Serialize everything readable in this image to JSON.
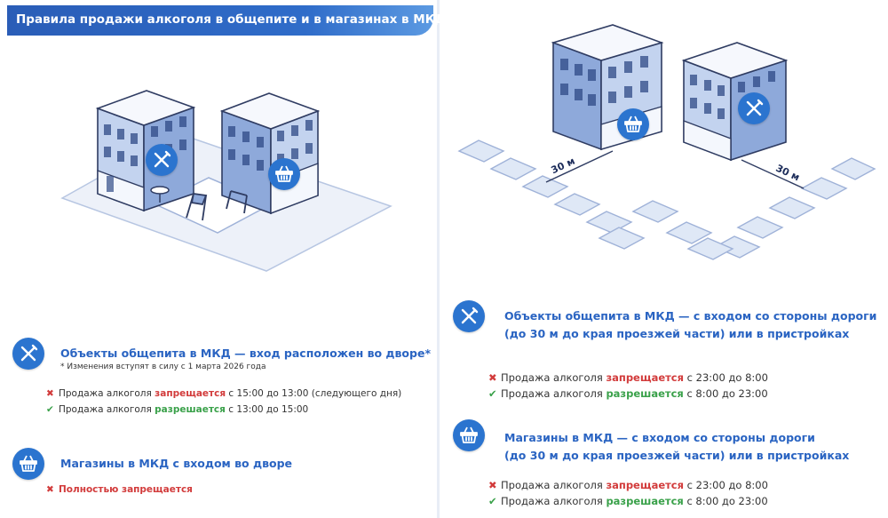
{
  "banner": {
    "title": "Правила продажи алкоголя в общепите и в магазинах в МКД"
  },
  "left": {
    "food": {
      "icon": "fork-knife-icon",
      "heading": "Объекты общепита в МКД — вход расположен во дворе*",
      "note": "* Изменения вступят в силу с 1 марта 2026 года",
      "rules": [
        {
          "mark": "✖",
          "prefix": "Продажа алкоголя ",
          "status": "запрещается",
          "suffix": " с 15:00 до 13:00 (следующего дня)"
        },
        {
          "mark": "✔",
          "prefix": "Продажа алкоголя ",
          "status": "разрешается",
          "suffix": " с 13:00 до 15:00"
        }
      ]
    },
    "shop": {
      "icon": "shopping-basket-icon",
      "heading": "Магазины в МКД с входом во дворе",
      "rules": [
        {
          "mark": "✖",
          "status": "Полностью запрещается"
        }
      ]
    }
  },
  "right": {
    "scene": {
      "distance_left": "30 м",
      "distance_right": "30 м"
    },
    "food": {
      "icon": "fork-knife-icon",
      "heading_line1": "Объекты общепита в МКД — с входом со стороны дороги",
      "heading_line2": "(до 30 м до края проезжей части) или в пристройках",
      "rules": [
        {
          "mark": "✖",
          "prefix": "Продажа алкоголя ",
          "status": "запрещается",
          "suffix": " с 23:00 до 8:00"
        },
        {
          "mark": "✔",
          "prefix": "Продажа алкоголя ",
          "status": "разрешается",
          "suffix": " с 8:00 до 23:00"
        }
      ]
    },
    "shop": {
      "icon": "shopping-basket-icon",
      "heading_line1": "Магазины в МКД — с входом со стороны дороги",
      "heading_line2": "(до 30 м до края проезжей части) или в пристройках",
      "rules": [
        {
          "mark": "✖",
          "prefix": "Продажа алкоголя ",
          "status": "запрещается",
          "suffix": " с 23:00 до 8:00"
        },
        {
          "mark": "✔",
          "prefix": "Продажа алкоголя ",
          "status": "разрешается",
          "suffix": " с 8:00 до 23:00"
        }
      ]
    }
  }
}
